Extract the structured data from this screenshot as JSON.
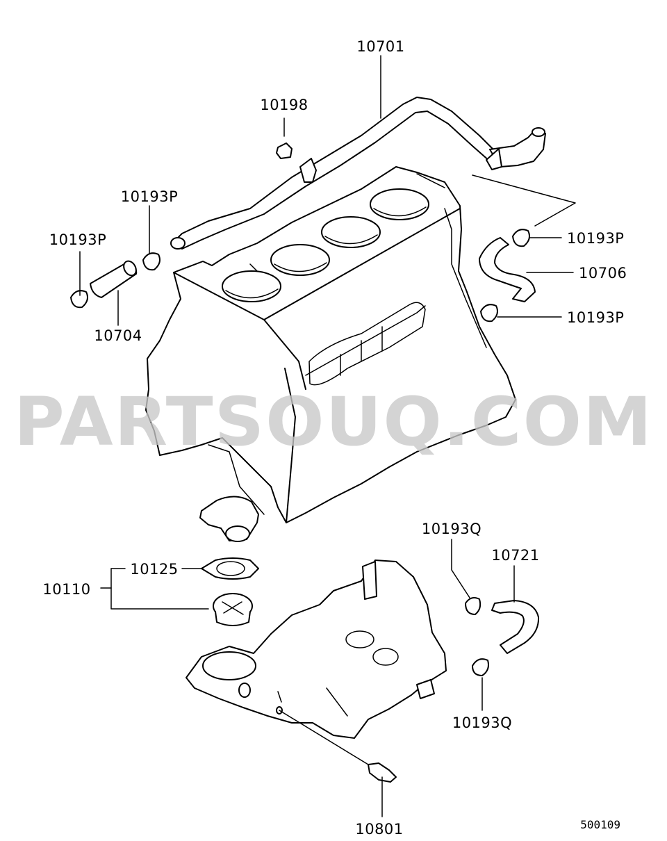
{
  "labels": {
    "p10701": "10701",
    "p10198": "10198",
    "p10193P_a": "10193P",
    "p10193P_b": "10193P",
    "p10193P_c": "10193P",
    "p10193P_d": "10193P",
    "p10704": "10704",
    "p10706": "10706",
    "p10193Q_a": "10193Q",
    "p10193Q_b": "10193Q",
    "p10721": "10721",
    "p10125": "10125",
    "p10110": "10110",
    "p10801": "10801"
  },
  "figure_number": "500109",
  "watermark": "PARTSOUQ.COM"
}
